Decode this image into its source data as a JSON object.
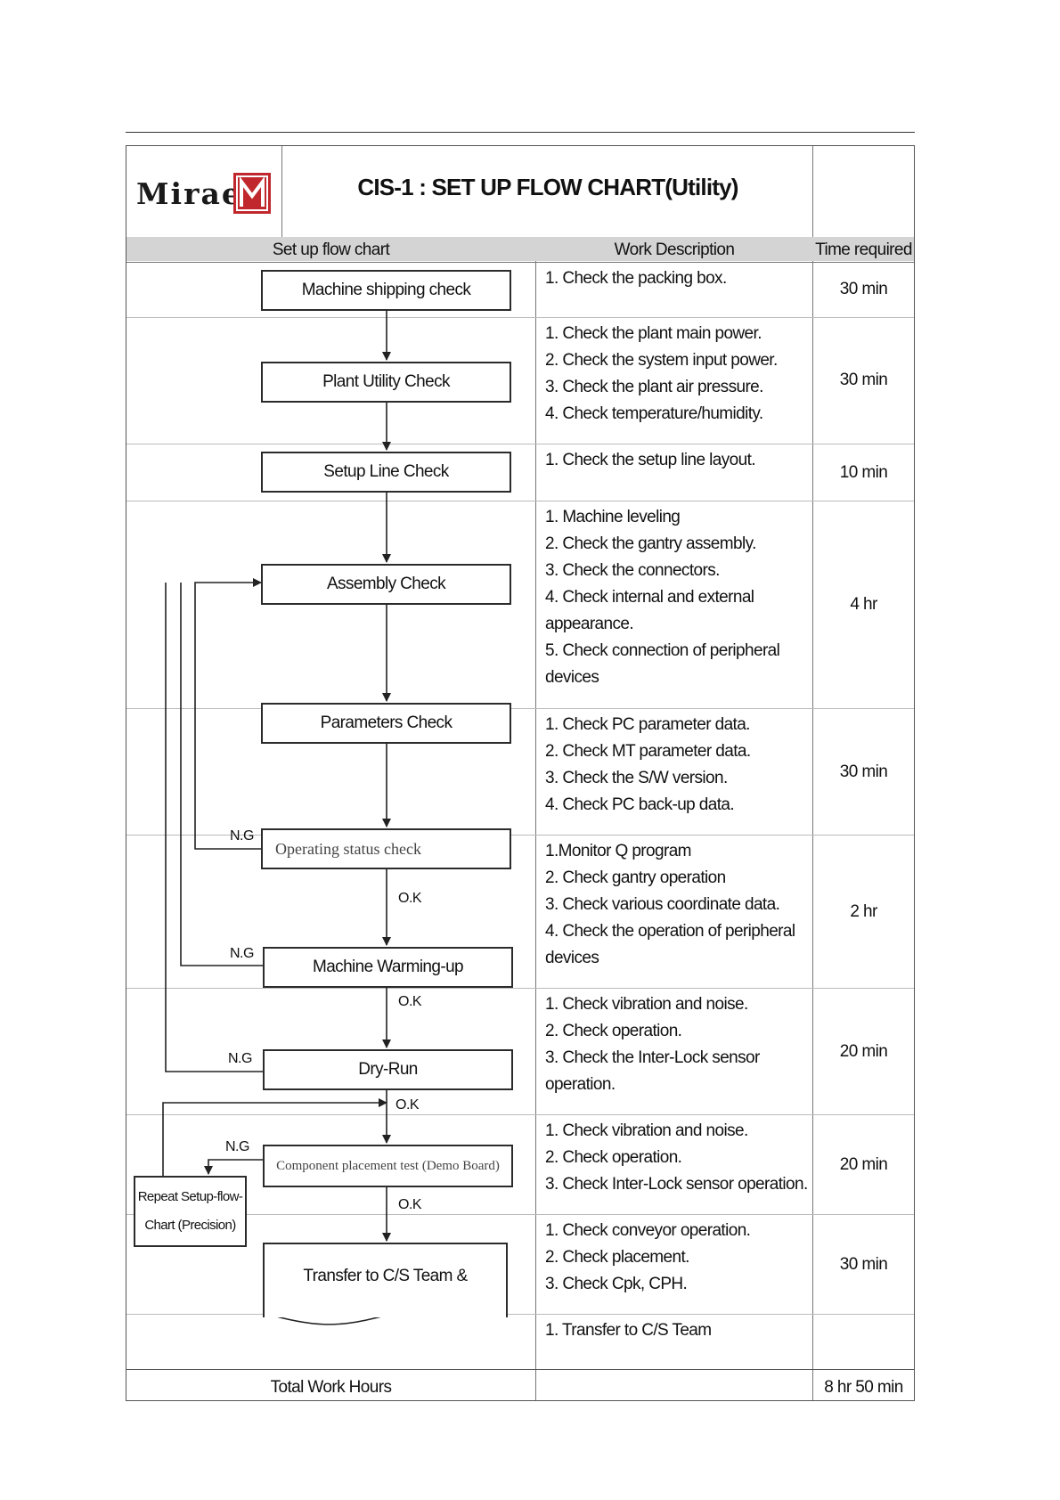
{
  "header": {
    "logo_text": "Mirae",
    "logo_mark": "M",
    "title": "CIS-1 : SET UP FLOW CHART(Utility)"
  },
  "columns": {
    "flow": "Set up flow chart",
    "work": "Work Description",
    "time": "Time required"
  },
  "flow": {
    "steps": {
      "shipping": "Machine shipping check",
      "utility": "Plant Utility Check",
      "setup_line": "Setup Line Check",
      "assembly": "Assembly Check",
      "parameters": "Parameters Check",
      "operating": "Operating status check",
      "warming": "Machine Warming-up",
      "dry_run": "Dry-Run",
      "component": "Component placement test (Demo Board)",
      "transfer": "Transfer to C/S Team &",
      "repeat": "Repeat Setup-flow-\nChart (Precision)"
    },
    "labels": {
      "ng": "N.G",
      "ok": "O.K"
    }
  },
  "rows": [
    {
      "description": "1. Check the packing box.",
      "time": "30 min"
    },
    {
      "description": "1. Check the plant main power.\n2. Check the system input power.\n3. Check the plant air pressure.\n4. Check temperature/humidity.",
      "time": "30 min"
    },
    {
      "description": "1. Check the setup line layout.",
      "time": "10 min"
    },
    {
      "description": "1. Machine leveling\n2. Check the gantry assembly.\n3. Check the connectors.\n4. Check internal and external\nappearance.\n5. Check connection of peripheral\ndevices",
      "time": "4 hr"
    },
    {
      "description": "1. Check PC parameter data.\n2. Check MT parameter data.\n3. Check the S/W version.\n4. Check PC back-up data.",
      "time": "30 min"
    },
    {
      "description": "1.Monitor Q program\n2. Check gantry operation\n3. Check various coordinate data.\n4. Check the operation of   peripheral\ndevices",
      "time": "2 hr"
    },
    {
      "description": "1. Check vibration and noise.\n2. Check operation.\n3. Check the Inter-Lock sensor\noperation.",
      "time": "20 min"
    },
    {
      "description": "1. Check vibration and noise.\n2. Check operation.\n3. Check Inter-Lock sensor operation.",
      "time": "20 min"
    },
    {
      "description": "1. Check conveyor operation.\n2. Check placement.\n3. Check Cpk, CPH.",
      "time": "30 min"
    },
    {
      "description": "1. Transfer to C/S Team",
      "time": ""
    }
  ],
  "total": {
    "label": "Total Work Hours",
    "time": "8 hr 50 min"
  }
}
